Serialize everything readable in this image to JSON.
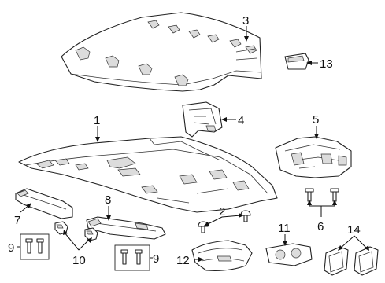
{
  "diagram": {
    "callouts": [
      "1",
      "2",
      "3",
      "4",
      "5",
      "6",
      "7",
      "8",
      "9",
      "9",
      "10",
      "11",
      "12",
      "13",
      "14"
    ]
  }
}
